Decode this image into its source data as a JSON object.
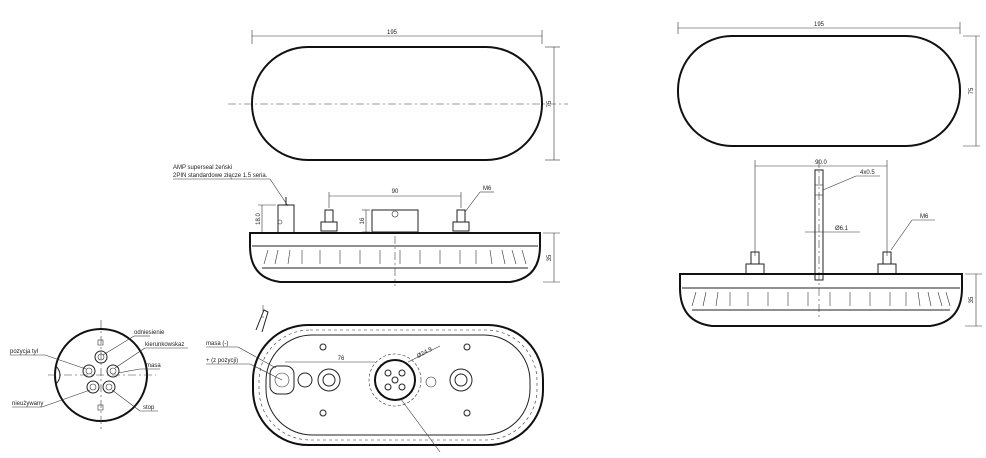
{
  "top_left_view": {
    "width_dim": "195",
    "height_dim": "75"
  },
  "side_left_view": {
    "connector_note_line1": "AMP superseal żeński",
    "connector_note_line2": "2PIN standardowe złącze 1.5 seria.",
    "dim_spacing": "90",
    "dim_thread": "M6",
    "dim_conn_height": "18.0",
    "dim_small": "16",
    "dim_total_height": "35"
  },
  "pin_legend": {
    "pozycja_tyl": "pozycja tył",
    "odniesienie": "odniesienie",
    "kierunkowskaz": "kierunkowskaz",
    "masa": "masa",
    "nieuzywany": "nieużywany",
    "stop": "stop"
  },
  "bottom_view": {
    "masa_minus": "masa (-)",
    "plus_pozycja": "+ (z pozycji)",
    "dim_76": "76",
    "dim_dia": "Ø24.9"
  },
  "top_right_view": {
    "width_dim": "195",
    "height_dim": "75"
  },
  "side_right_view": {
    "dim_spacing": "90.0",
    "dim_cable": "4x0.5",
    "dim_dia": "Ø6.1",
    "dim_thread": "M6",
    "dim_height": "35"
  }
}
